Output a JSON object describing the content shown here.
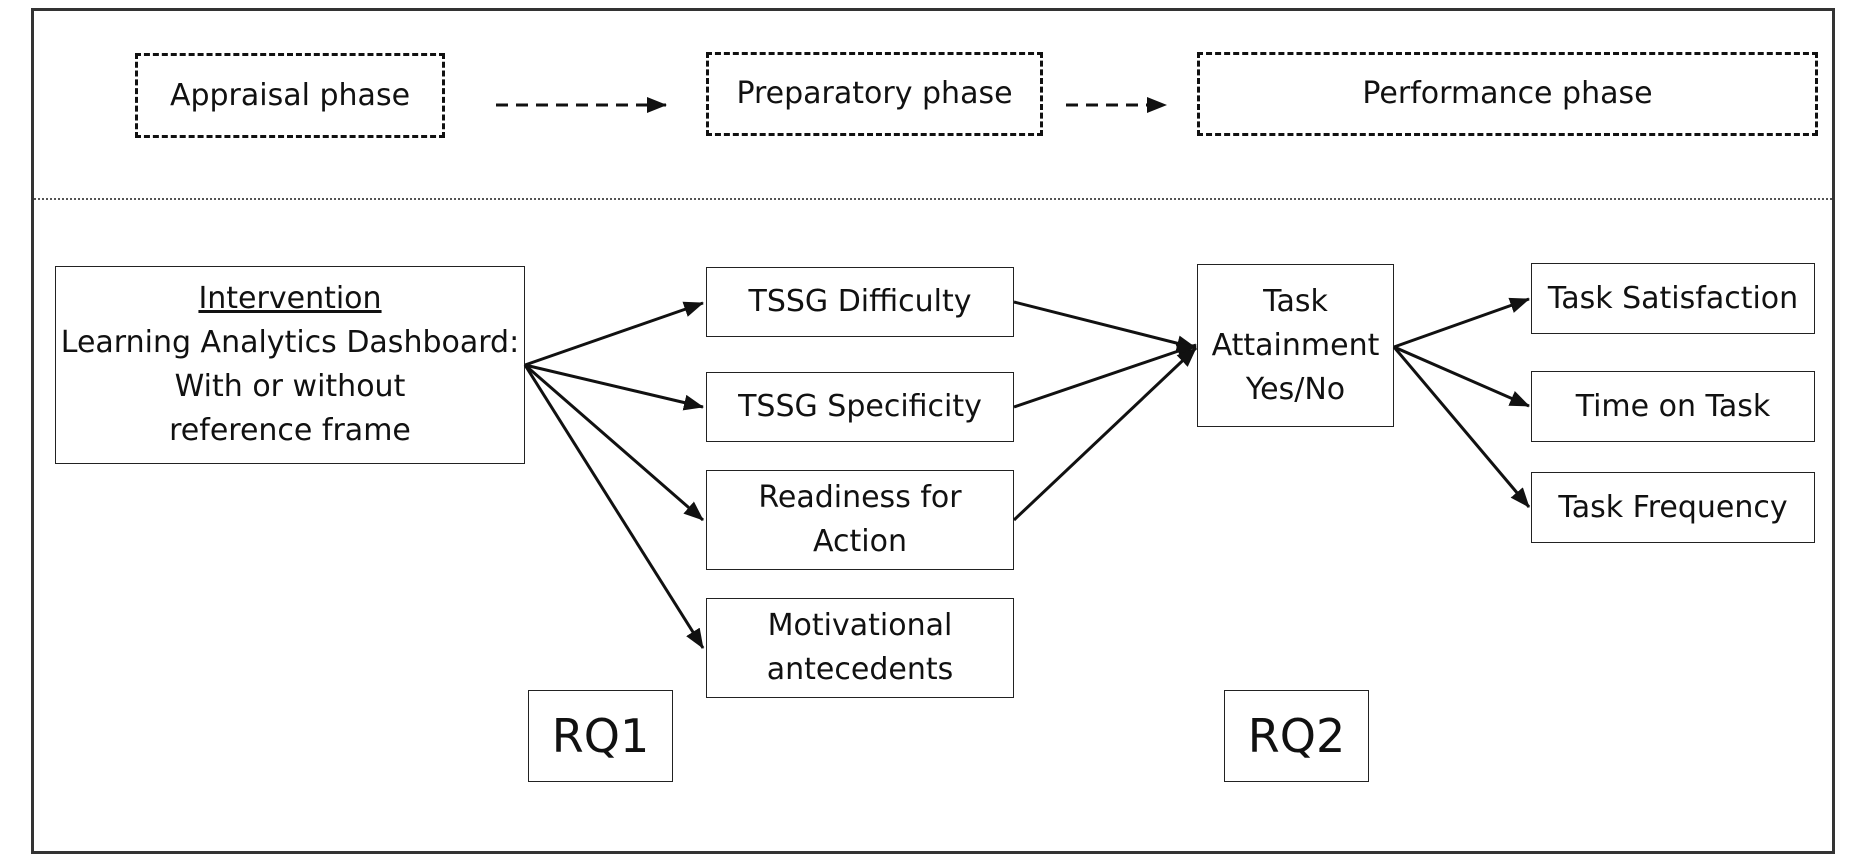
{
  "phases": {
    "appraisal": "Appraisal phase",
    "preparatory": "Preparatory phase",
    "performance": "Performance phase"
  },
  "intervention": {
    "title": "Intervention",
    "line1": "Learning Analytics Dashboard:",
    "line2": "With or without",
    "line3": "reference frame"
  },
  "mediators": {
    "difficulty": "TSSG Difficulty",
    "specificity": "TSSG Specificity",
    "readiness_l1": "Readiness for",
    "readiness_l2": "Action",
    "motivational_l1": "Motivational",
    "motivational_l2": "antecedents"
  },
  "attainment": {
    "l1": "Task",
    "l2": "Attainment",
    "l3": "Yes/No"
  },
  "outcomes": {
    "satisfaction": "Task Satisfaction",
    "time": "Time on Task",
    "frequency": "Task Frequency"
  },
  "research_questions": {
    "rq1": "RQ1",
    "rq2": "RQ2"
  }
}
